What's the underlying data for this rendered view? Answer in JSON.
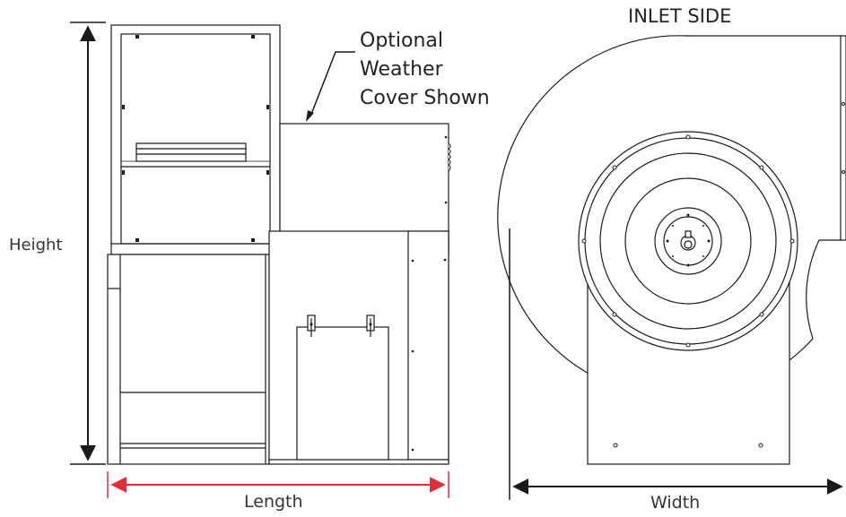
{
  "labels": {
    "height": "Height",
    "length": "Length",
    "width": "Width",
    "inlet_side": "INLET SIDE",
    "callout_line1": "Optional",
    "callout_line2": "Weather",
    "callout_line3": "Cover Shown"
  },
  "colors": {
    "line": "#1a1a1a",
    "length_dimension": "#e0303a",
    "text": "#333333"
  }
}
